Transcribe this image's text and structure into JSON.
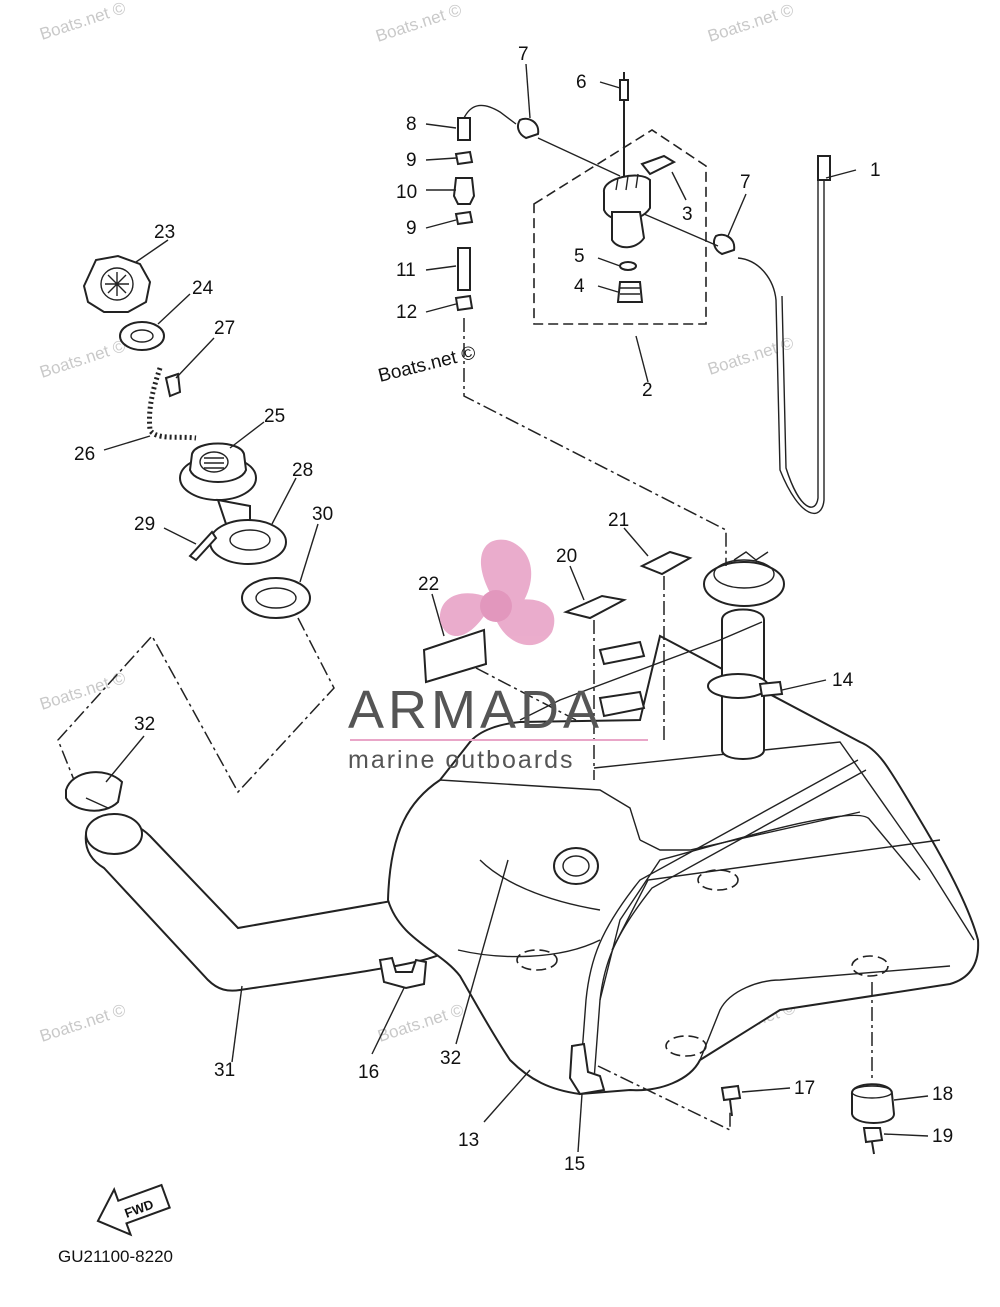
{
  "diagram": {
    "code": "GU21100-8220",
    "fwd_label": "FWD",
    "watermark": "Boats.net ©",
    "overlay_watermark": "Boats.net ©",
    "brand": {
      "name": "ARMADA",
      "tagline": "marine outboards",
      "color": "#e9a6c8",
      "text_color": "#555555"
    },
    "part_numbers": [
      "1",
      "2",
      "3",
      "4",
      "5",
      "6",
      "7",
      "7",
      "8",
      "9",
      "9",
      "10",
      "11",
      "12",
      "13",
      "14",
      "15",
      "16",
      "17",
      "18",
      "19",
      "20",
      "21",
      "22",
      "23",
      "24",
      "25",
      "26",
      "27",
      "28",
      "29",
      "30",
      "31",
      "32",
      "32"
    ]
  }
}
